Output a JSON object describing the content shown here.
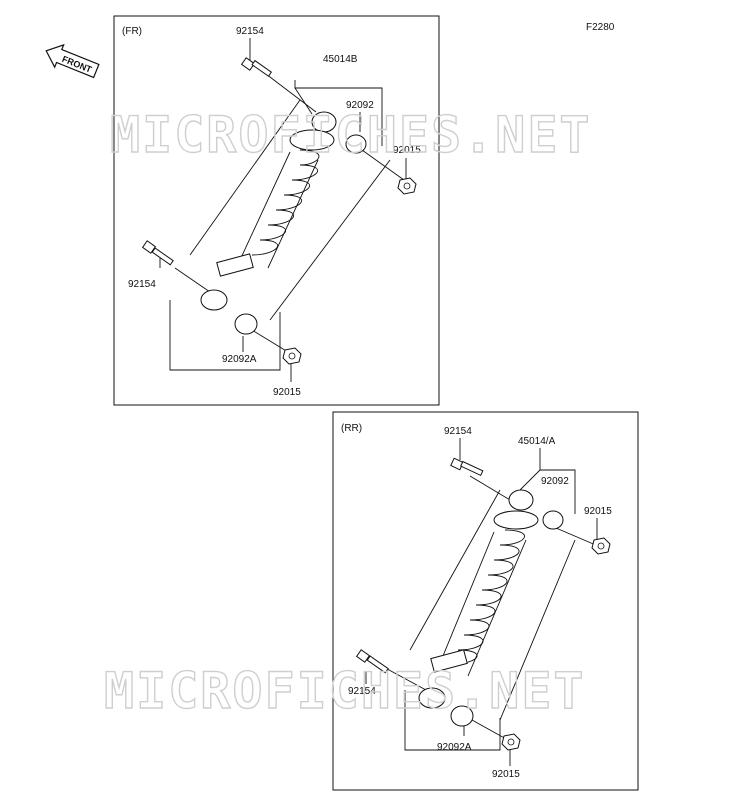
{
  "figure_code": "F2280",
  "front_arrow_label": "FRONT",
  "watermark": "MICROFICHES.NET",
  "front_panel": {
    "tag": "(FR)",
    "labels": {
      "bolt_top": "92154",
      "shock": "45014B",
      "bush_top": "92092",
      "nut_top": "92015",
      "bolt_bottom": "92154",
      "bush_bottom": "92092A",
      "nut_bottom": "92015"
    }
  },
  "rear_panel": {
    "tag": "(RR)",
    "labels": {
      "bolt_top": "92154",
      "shock": "45014/A",
      "bush_top": "92092",
      "nut_top": "92015",
      "bolt_bottom": "92154",
      "bush_bottom": "92092A",
      "nut_bottom": "92015"
    }
  },
  "colors": {
    "line": "#111111",
    "watermark": "#cfcfcf",
    "background": "#ffffff"
  },
  "icons": {
    "front_arrow": "front-arrow-icon"
  }
}
